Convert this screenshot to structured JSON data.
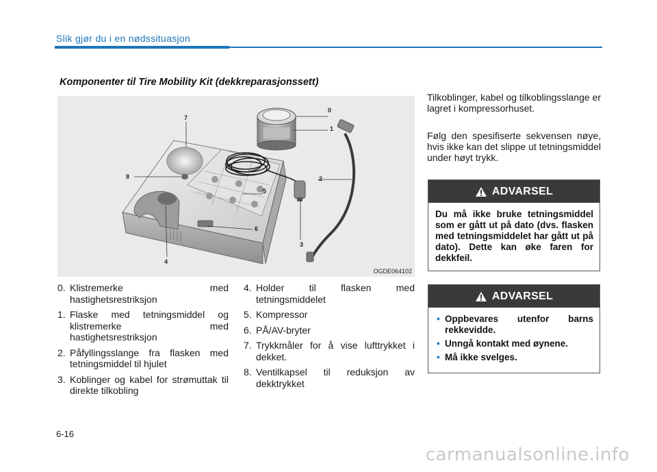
{
  "header": {
    "title": "Slik gjør du i en nødssituasjon"
  },
  "section": {
    "title": "Komponenter til Tire Mobility Kit (dekkreparasjonssett)"
  },
  "figure": {
    "code": "OGDE064102",
    "callouts": [
      "0",
      "1",
      "2",
      "3",
      "4",
      "5",
      "6",
      "7",
      "8"
    ]
  },
  "list_left": [
    {
      "num": "0.",
      "text": "Klistremerke med hastighetsrestriksjon"
    },
    {
      "num": "1.",
      "text": "Flaske med tetningsmiddel og klistremerke med hastighetsrestriksjon"
    },
    {
      "num": "2.",
      "text": "Påfyllingsslange fra flasken med tetningsmiddel til hjulet"
    },
    {
      "num": "3.",
      "text": "Koblinger og kabel for strømuttak til direkte tilkobling"
    }
  ],
  "list_right": [
    {
      "num": "4.",
      "text": "Holder til flasken med tetningsmiddelet"
    },
    {
      "num": "5.",
      "text": "Kompressor"
    },
    {
      "num": "6.",
      "text": "PÅ/AV-bryter"
    },
    {
      "num": "7.",
      "text": "Trykkmåler for å vise lufttrykket i dekket."
    },
    {
      "num": "8.",
      "text": "Ventilkapsel til reduksjon av dekktrykket"
    }
  ],
  "paragraphs": [
    "Tilkoblinger, kabel og tilkoblingsslange er lagret i kompressorhuset.",
    "Følg den spesifiserte sekvensen nøye, hvis ikke kan det slippe ut tetningsmiddel under høyt trykk."
  ],
  "warning1": {
    "title": "ADVARSEL",
    "body": "Du må ikke bruke tetningsmiddel som er gått ut på dato (dvs. flasken med tetningsmiddelet har gått ut på dato). Dette kan øke faren for dekkfeil."
  },
  "warning2": {
    "title": "ADVARSEL",
    "bullets": [
      "Oppbevares utenfor barns rekkevidde.",
      "Unngå kontakt med øynene.",
      "Må ikke svelges."
    ]
  },
  "page": {
    "number": "6-16"
  },
  "watermark": "carmanualsonline.info",
  "colors": {
    "accent": "#1b75bb",
    "warning_header": "#3a3a3a"
  }
}
